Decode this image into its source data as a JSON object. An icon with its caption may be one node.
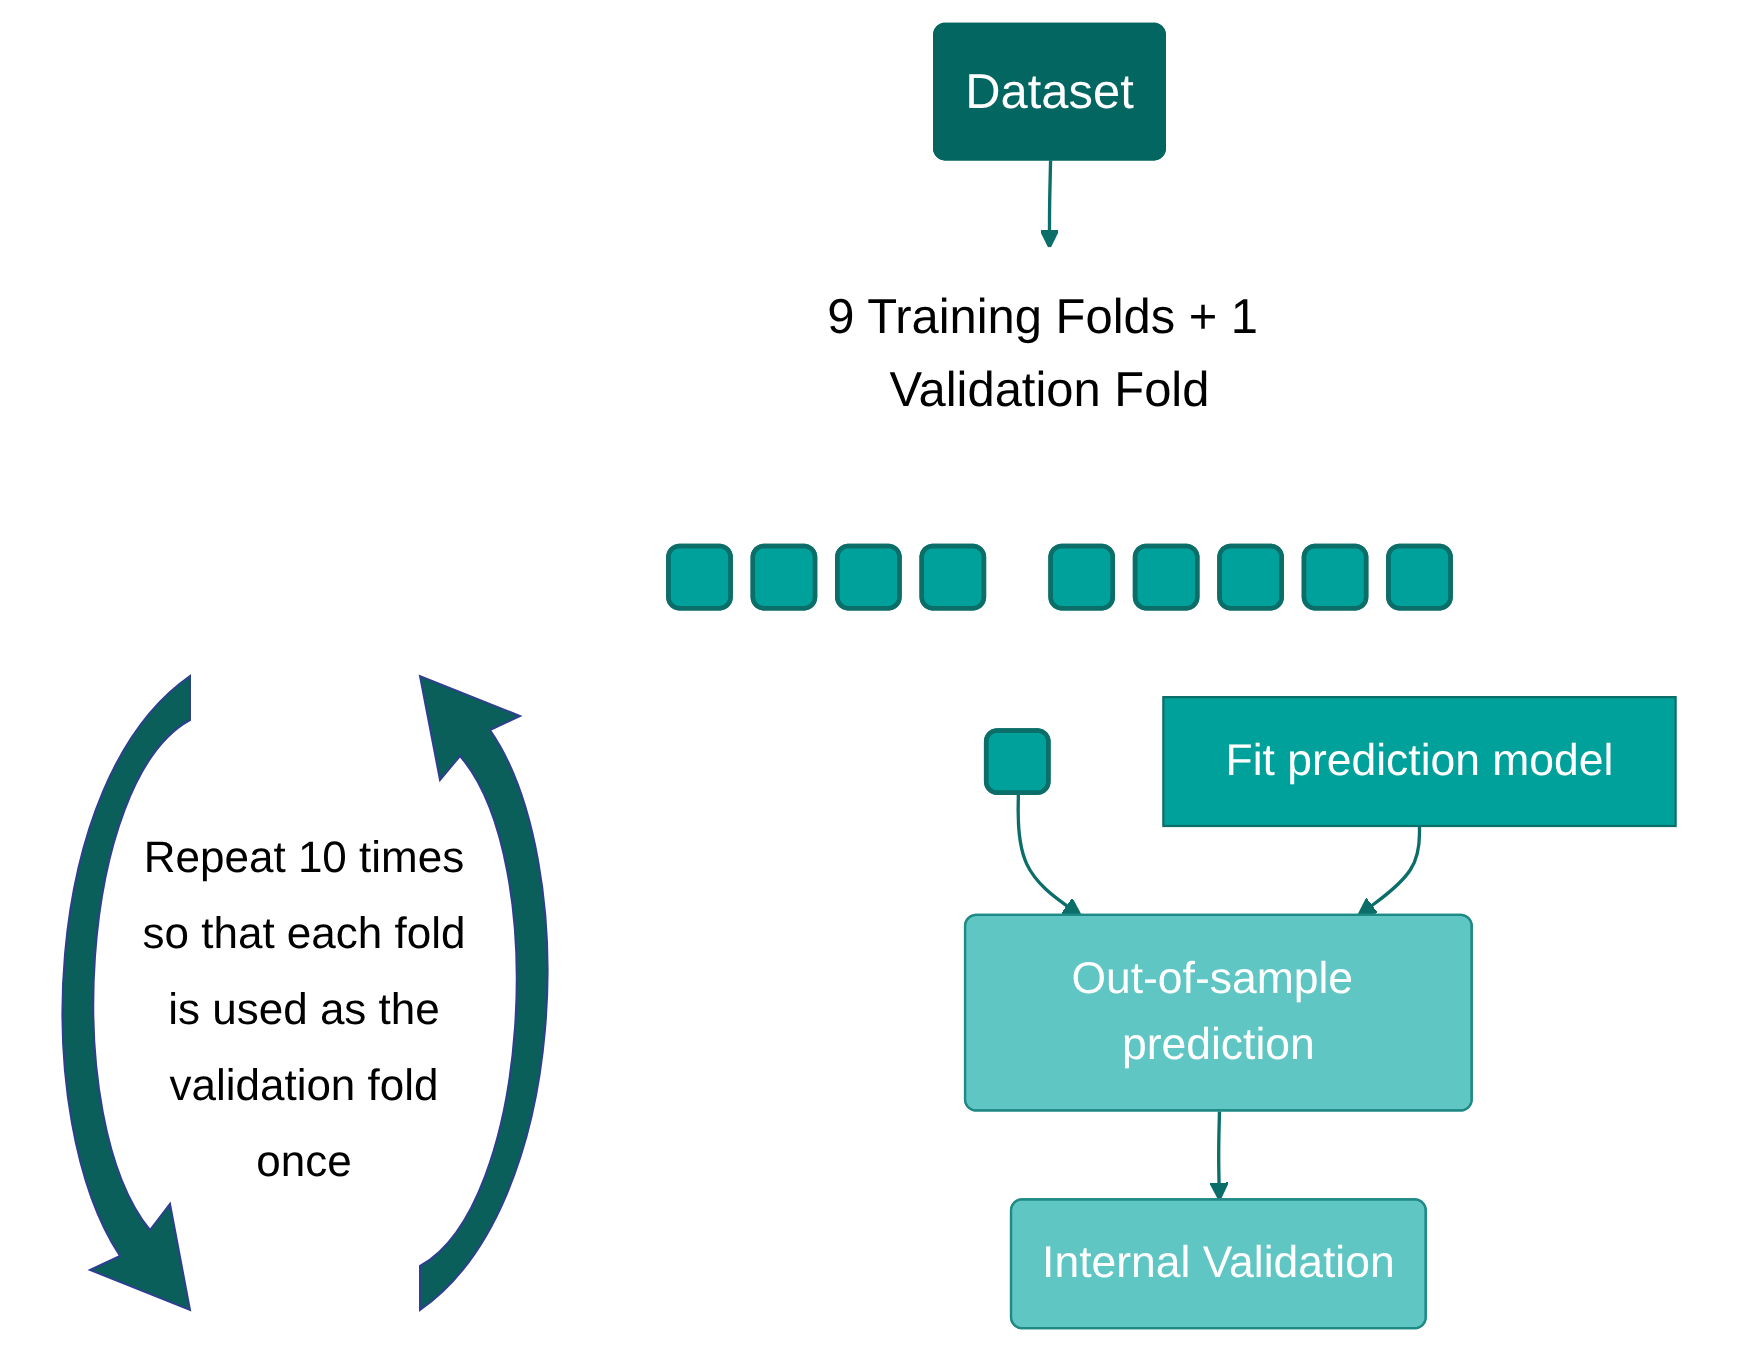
{
  "diagram": {
    "nodes": [
      {
        "text": [
          "Dataset"
        ]
      },
      {
        "text": [
          "9 Training Folds + 1 Validation Fold"
        ]
      },
      {
        "text": [],
        "shape": "box"
      },
      {
        "text": [],
        "shape": "box"
      },
      {
        "text": [],
        "shape": "box"
      },
      {
        "text": [],
        "shape": "box"
      },
      {
        "text": [],
        "shape": "box"
      },
      {
        "text": [],
        "shape": "box"
      },
      {
        "text": [],
        "shape": "box"
      },
      {
        "text": [],
        "shape": "box"
      },
      {
        "text": [],
        "shape": "box"
      },
      {
        "text": [],
        "shape": "box"
      },
      {
        "text": [
          "Fit prediction model"
        ]
      },
      {
        "text": [
          "Out-of-sample prediction"
        ]
      },
      {
        "text": [
          "Internal Validation"
        ]
      }
    ],
    "edges": [
      {
        "from": 0,
        "to": 1,
        "arrow": "to"
      },
      {
        "from": 11,
        "to": 13,
        "arrow": "to"
      },
      {
        "from": 12,
        "to": 13,
        "arrow": "to"
      },
      {
        "from": 13,
        "to": 14,
        "arrow": "to"
      }
    ],
    "labels": [
      "Repeat 10 times so that each fold is used as the validation fold once"
    ]
  }
}
